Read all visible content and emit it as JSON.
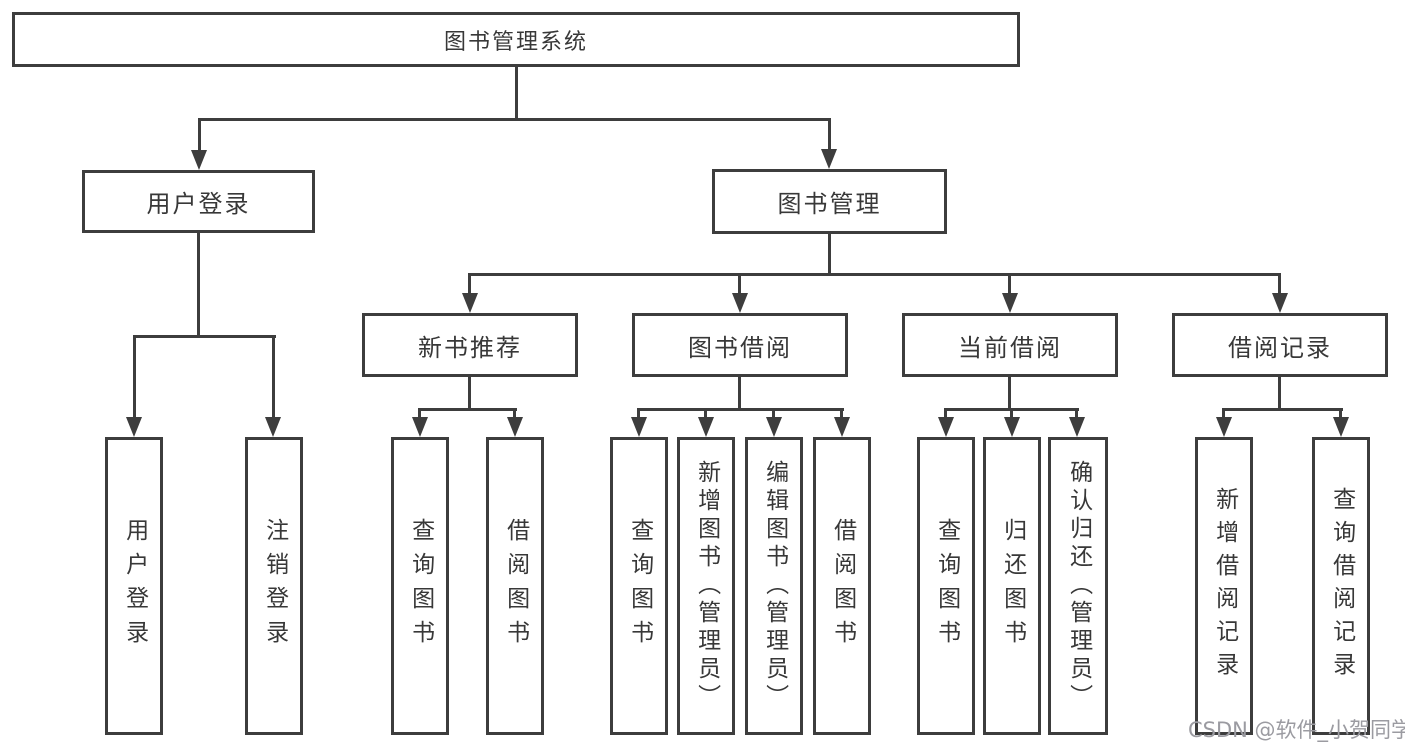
{
  "tree": {
    "root": {
      "label": "图书管理系统"
    },
    "branches": [
      {
        "label": "用户登录",
        "children": [
          {
            "label": "用户登录"
          },
          {
            "label": "注销登录"
          }
        ]
      },
      {
        "label": "图书管理",
        "children": [
          {
            "label": "新书推荐",
            "children": [
              {
                "label": "查询图书"
              },
              {
                "label": "借阅图书"
              }
            ]
          },
          {
            "label": "图书借阅",
            "children": [
              {
                "label": "查询图书"
              },
              {
                "label": "新增图书（管理员）"
              },
              {
                "label": "编辑图书（管理员）"
              },
              {
                "label": "借阅图书"
              }
            ]
          },
          {
            "label": "当前借阅",
            "children": [
              {
                "label": "查询图书"
              },
              {
                "label": "归还图书"
              },
              {
                "label": "确认归还（管理员）"
              }
            ]
          },
          {
            "label": "借阅记录",
            "children": [
              {
                "label": "新增借阅记录"
              },
              {
                "label": "查询借阅记录"
              }
            ]
          }
        ]
      }
    ]
  },
  "watermark": {
    "text": "CSDN @软件_小贺同学"
  },
  "colors": {
    "line": "#3d3d3d",
    "text": "#383838",
    "watermark": "#9b9ba1",
    "background": "#ffffff"
  }
}
